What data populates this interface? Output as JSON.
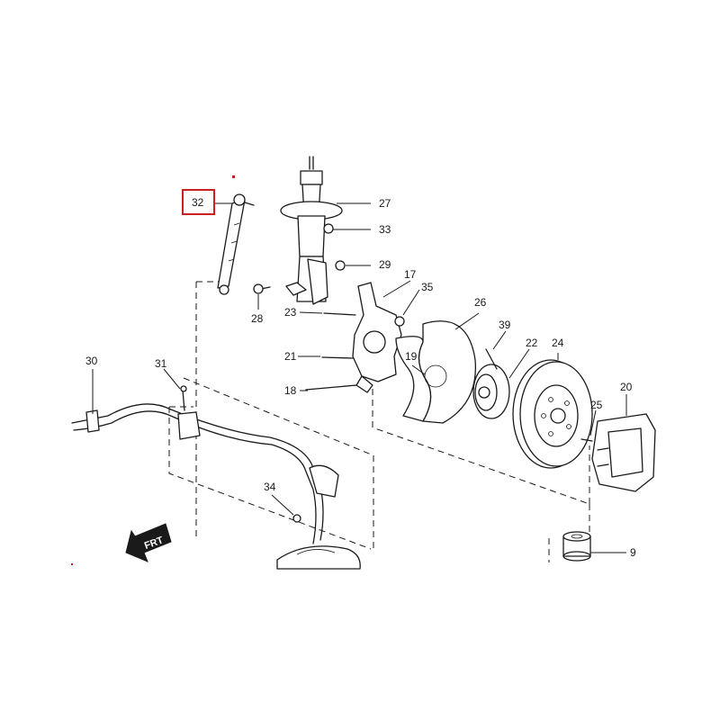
{
  "diagram": {
    "highlight_color": "#cc1f1f",
    "line_color": "#1a1a1a",
    "highlighted_callout": "32",
    "callouts": [
      "32",
      "27",
      "33",
      "29",
      "17",
      "35",
      "28",
      "23",
      "26",
      "39",
      "22",
      "24",
      "21",
      "19",
      "18",
      "25",
      "20",
      "30",
      "31",
      "34",
      "9"
    ],
    "front_marker": "FRT",
    "front_marker_icon": "arrow-down-left-icon"
  }
}
